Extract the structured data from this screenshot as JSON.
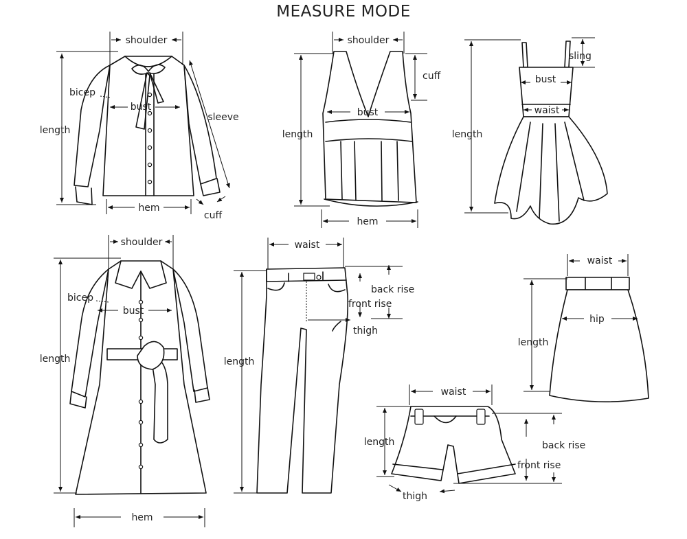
{
  "title": "MEASURE MODE",
  "figures": {
    "blouse": {
      "shoulder": "shoulder",
      "bicep": "bicep",
      "bust": "bust",
      "sleeve": "sleeve",
      "length": "length",
      "hem": "hem",
      "cuff": "cuff"
    },
    "vest": {
      "shoulder": "shoulder",
      "cuff": "cuff",
      "bust": "bust",
      "length": "length",
      "hem": "hem"
    },
    "dress": {
      "sling": "sling",
      "bust": "bust",
      "waist": "waist",
      "length": "length"
    },
    "coat": {
      "shoulder": "shoulder",
      "bicep": "bicep",
      "bust": "bust",
      "length": "length",
      "hem": "hem"
    },
    "pants": {
      "waist": "waist",
      "back_rise": "back rise",
      "front_rise": "front rise",
      "thigh": "thigh",
      "length": "length"
    },
    "skirt": {
      "waist": "waist",
      "hip": "hip",
      "length": "length"
    },
    "shorts": {
      "waist": "waist",
      "length": "length",
      "back_rise": "back rise",
      "front_rise": "front rise",
      "thigh": "thigh"
    }
  }
}
